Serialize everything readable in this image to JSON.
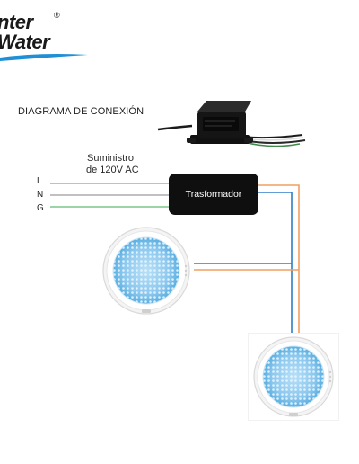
{
  "logo": {
    "line1": "nter",
    "line2": "Water",
    "registered": "®",
    "color": "#1a1a1a",
    "swoosh_color": "#1f8fd6"
  },
  "diagram": {
    "title": "DIAGRAMA DE CONEXIÓN",
    "supply": {
      "line1": "Suministro",
      "line2": "de 120V AC"
    },
    "terminals": [
      "L",
      "N",
      "G"
    ],
    "transformer_label": "Trasformador"
  },
  "colors": {
    "wire_blue": "#2f7fc7",
    "wire_orange": "#f0a060",
    "wire_green": "#7cc58a",
    "wire_gray": "#9a9a9a",
    "transformer_fill": "#0f0f0f",
    "lamp_glow": "#8cc8ee"
  },
  "icons": {
    "transformer_photo": "power-transformer-icon",
    "lamp": "led-pool-light-icon"
  }
}
